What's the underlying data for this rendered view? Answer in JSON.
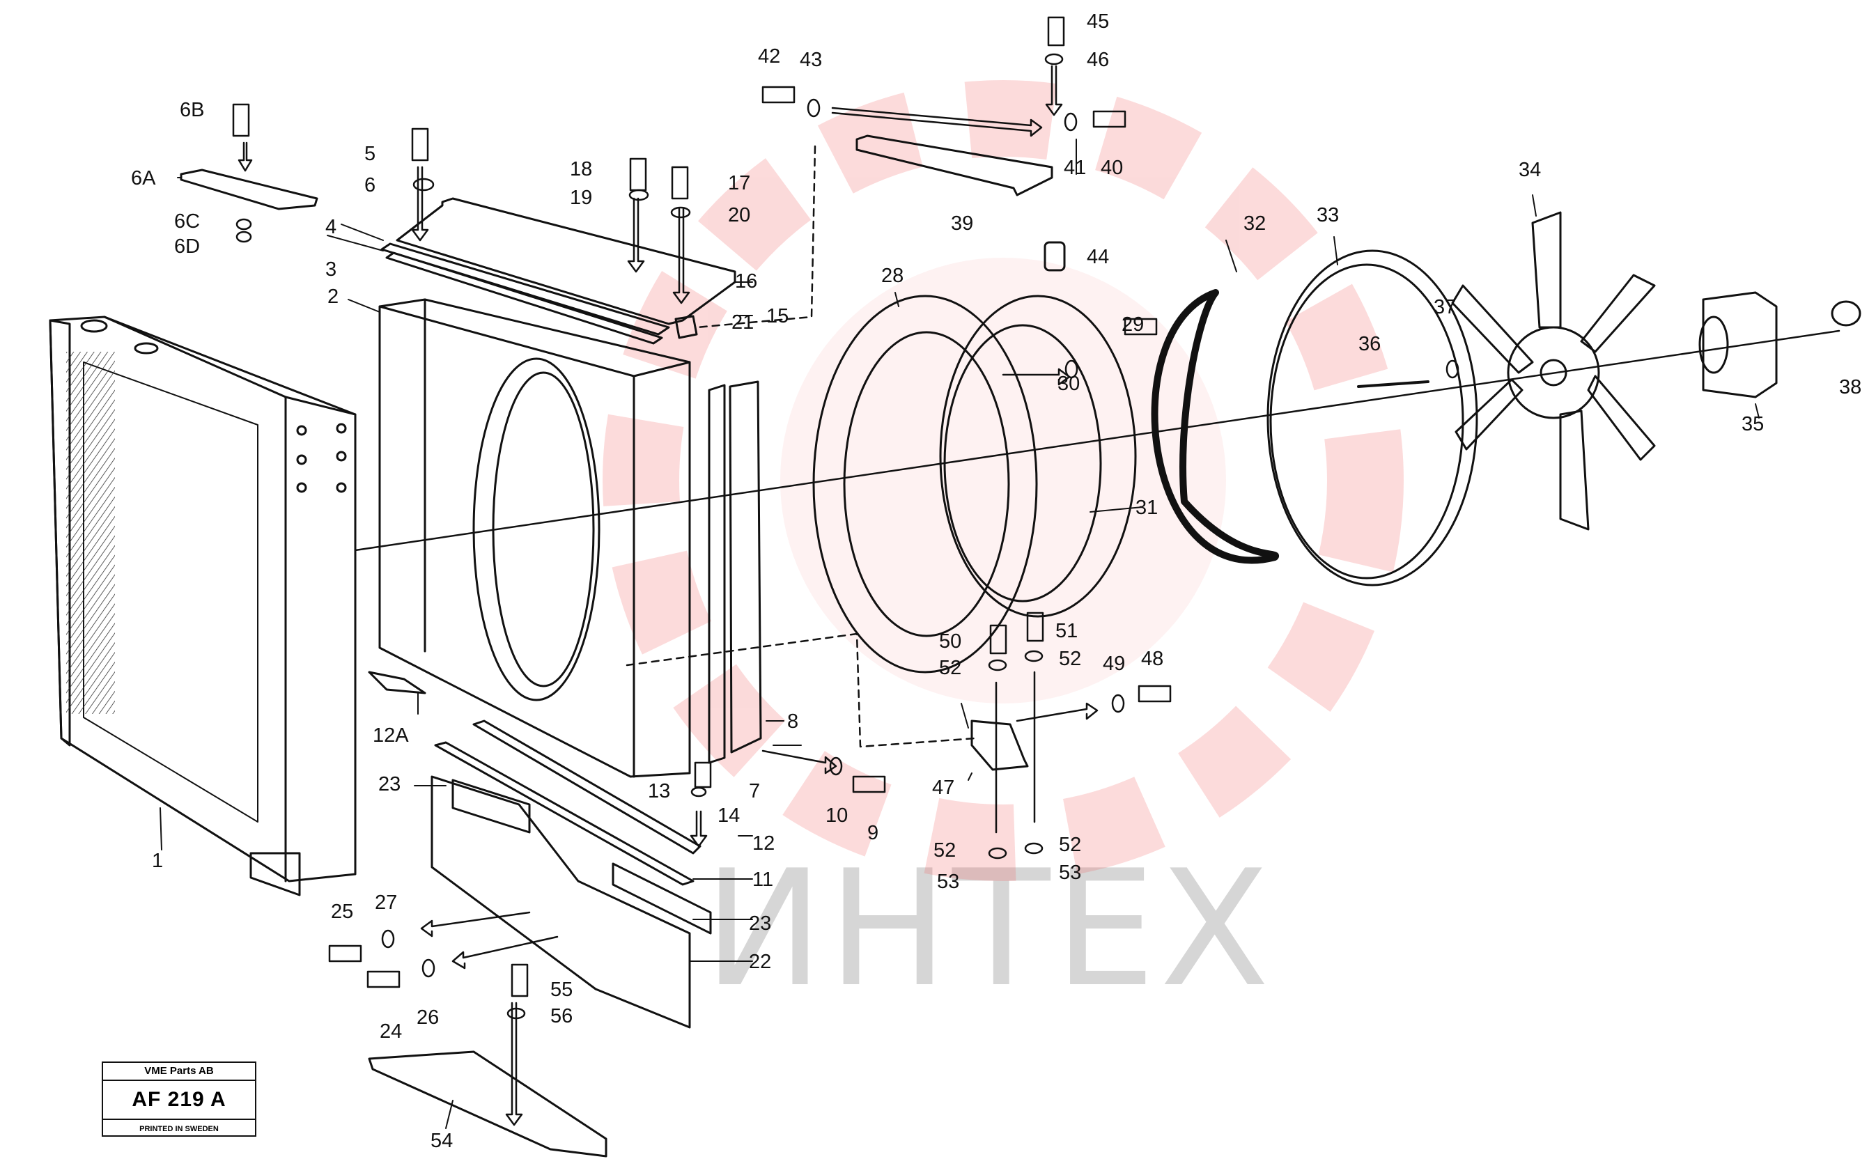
{
  "stamp": {
    "company": "VME Parts AB",
    "code": "AF 219 A",
    "printed": "PRINTED IN SWEDEN"
  },
  "watermark": {
    "text": "ИНТЕХ",
    "color": "#f05a5a"
  },
  "callouts": [
    {
      "id": "1",
      "text": "1"
    },
    {
      "id": "2",
      "text": "2"
    },
    {
      "id": "3",
      "text": "3"
    },
    {
      "id": "4",
      "text": "4"
    },
    {
      "id": "5",
      "text": "5"
    },
    {
      "id": "6",
      "text": "6"
    },
    {
      "id": "6A",
      "text": "6A"
    },
    {
      "id": "6B",
      "text": "6B"
    },
    {
      "id": "6C",
      "text": "6C"
    },
    {
      "id": "6D",
      "text": "6D"
    },
    {
      "id": "7",
      "text": "7"
    },
    {
      "id": "8",
      "text": "8"
    },
    {
      "id": "9",
      "text": "9"
    },
    {
      "id": "10",
      "text": "10"
    },
    {
      "id": "11",
      "text": "11"
    },
    {
      "id": "12",
      "text": "12"
    },
    {
      "id": "12A",
      "text": "12A"
    },
    {
      "id": "13",
      "text": "13"
    },
    {
      "id": "14",
      "text": "14"
    },
    {
      "id": "15",
      "text": "15"
    },
    {
      "id": "16",
      "text": "16"
    },
    {
      "id": "17",
      "text": "17"
    },
    {
      "id": "18",
      "text": "18"
    },
    {
      "id": "19",
      "text": "19"
    },
    {
      "id": "20",
      "text": "20"
    },
    {
      "id": "21",
      "text": "21"
    },
    {
      "id": "22",
      "text": "22"
    },
    {
      "id": "23a",
      "text": "23"
    },
    {
      "id": "23b",
      "text": "23"
    },
    {
      "id": "24",
      "text": "24"
    },
    {
      "id": "25",
      "text": "25"
    },
    {
      "id": "26",
      "text": "26"
    },
    {
      "id": "27",
      "text": "27"
    },
    {
      "id": "28",
      "text": "28"
    },
    {
      "id": "29",
      "text": "29"
    },
    {
      "id": "30",
      "text": "30"
    },
    {
      "id": "31",
      "text": "31"
    },
    {
      "id": "32",
      "text": "32"
    },
    {
      "id": "33",
      "text": "33"
    },
    {
      "id": "34",
      "text": "34"
    },
    {
      "id": "35",
      "text": "35"
    },
    {
      "id": "36",
      "text": "36"
    },
    {
      "id": "37",
      "text": "37"
    },
    {
      "id": "38",
      "text": "38"
    },
    {
      "id": "39",
      "text": "39"
    },
    {
      "id": "40",
      "text": "40"
    },
    {
      "id": "41",
      "text": "41"
    },
    {
      "id": "42",
      "text": "42"
    },
    {
      "id": "43",
      "text": "43"
    },
    {
      "id": "44",
      "text": "44"
    },
    {
      "id": "45",
      "text": "45"
    },
    {
      "id": "46",
      "text": "46"
    },
    {
      "id": "47",
      "text": "47"
    },
    {
      "id": "48",
      "text": "48"
    },
    {
      "id": "49",
      "text": "49"
    },
    {
      "id": "50",
      "text": "50"
    },
    {
      "id": "51",
      "text": "51"
    },
    {
      "id": "52a",
      "text": "52"
    },
    {
      "id": "52b",
      "text": "52"
    },
    {
      "id": "52c",
      "text": "52"
    },
    {
      "id": "52d",
      "text": "52"
    },
    {
      "id": "53a",
      "text": "53"
    },
    {
      "id": "53b",
      "text": "53"
    },
    {
      "id": "54",
      "text": "54"
    },
    {
      "id": "55",
      "text": "55"
    },
    {
      "id": "56",
      "text": "56"
    }
  ]
}
